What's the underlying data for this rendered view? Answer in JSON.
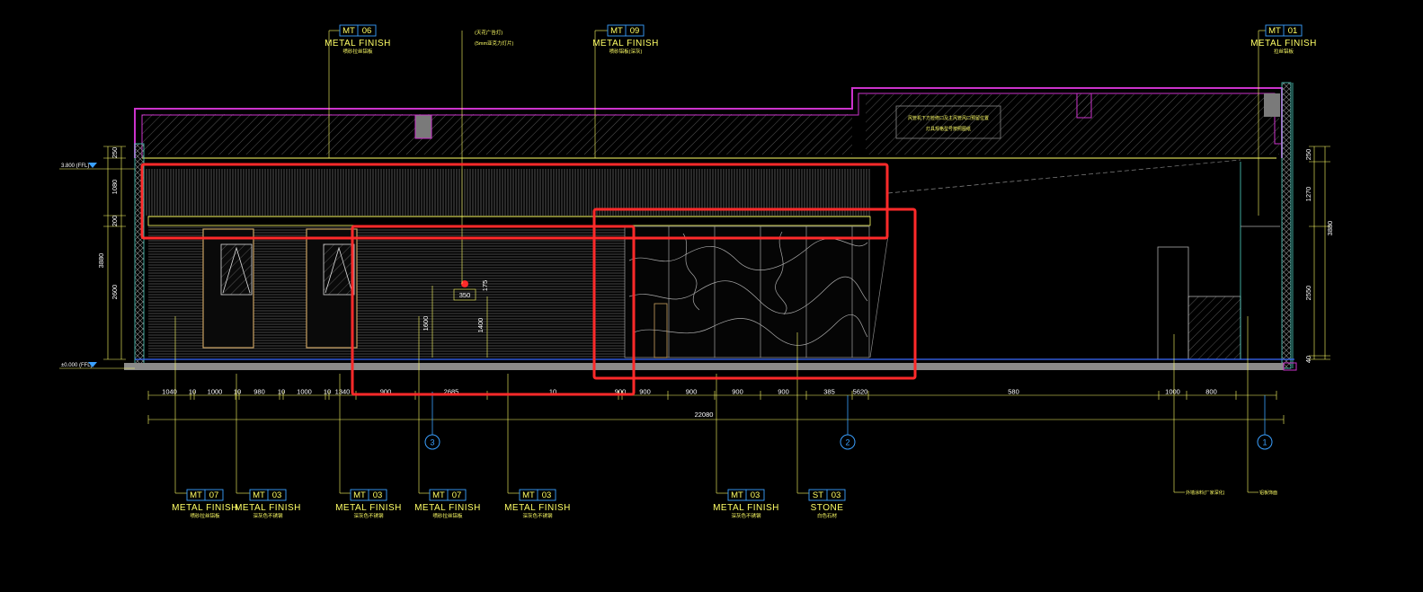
{
  "callouts_top": [
    {
      "code": "MT",
      "num": "06",
      "title": "METAL FINISH",
      "sub": "喷砂拉丝铝板"
    },
    {
      "code": "",
      "num": "",
      "title": "",
      "sub": "(天花广告灯)(5mm亚克力灯片)"
    },
    {
      "code": "MT",
      "num": "09",
      "title": "METAL FINISH",
      "sub": "喷砂铝板(深灰)"
    },
    {
      "code": "MT",
      "num": "01",
      "title": "METAL FINISH",
      "sub": "拉丝铝板"
    }
  ],
  "callouts_bottom": [
    {
      "code": "MT",
      "num": "07",
      "title": "METAL FINISH",
      "sub": "喷砂拉丝铝板"
    },
    {
      "code": "MT",
      "num": "03",
      "title": "METAL FINISH",
      "sub": "深灰色不锈钢"
    },
    {
      "code": "MT",
      "num": "03",
      "title": "METAL FINISH",
      "sub": "深灰色不锈钢"
    },
    {
      "code": "MT",
      "num": "07",
      "title": "METAL FINISH",
      "sub": "喷砂拉丝铝板"
    },
    {
      "code": "MT",
      "num": "03",
      "title": "METAL FINISH",
      "sub": "深灰色不锈钢"
    },
    {
      "code": "MT",
      "num": "03",
      "title": "METAL FINISH",
      "sub": "深灰色不锈钢"
    },
    {
      "code": "ST",
      "num": "03",
      "title": "STONE",
      "sub": "白色石材"
    }
  ],
  "side_notes": {
    "right_a": "外墙涂料(厂家深化)",
    "right_b": "铝板饰面",
    "ceiling_note_1": "风管机下方检修口及主风管风口预留位置",
    "ceiling_note_2": "灯具规格型号按照图纸"
  },
  "levels": {
    "top": "3.800 (FFL)",
    "bottom": "±0.000 (FFL)"
  },
  "dims_horizontal": [
    "1040",
    "10",
    "1000",
    "10",
    "980",
    "10",
    "1000",
    "10",
    "1340",
    "900",
    "2685",
    "10",
    "900",
    "900",
    "900",
    "900",
    "900",
    "385",
    "5620",
    "580",
    "1000",
    "800"
  ],
  "dim_total": "22080",
  "dims_left": [
    "250",
    "1080",
    "200",
    "3880",
    "2600"
  ],
  "dims_right": [
    "250",
    "1270",
    "3880",
    "2550",
    "40"
  ],
  "dims_inner": [
    "350",
    "175",
    "1600",
    "1400"
  ],
  "grid_bubbles": [
    "3",
    "2",
    "1"
  ],
  "colors": {
    "background": "#000000",
    "annotation": "#ffff66",
    "structure": "#cc33cc",
    "highlight": "#ff2a2a",
    "grid": "#3aa0ff",
    "hatch": "#777777",
    "slab": "#8a8a8a"
  }
}
